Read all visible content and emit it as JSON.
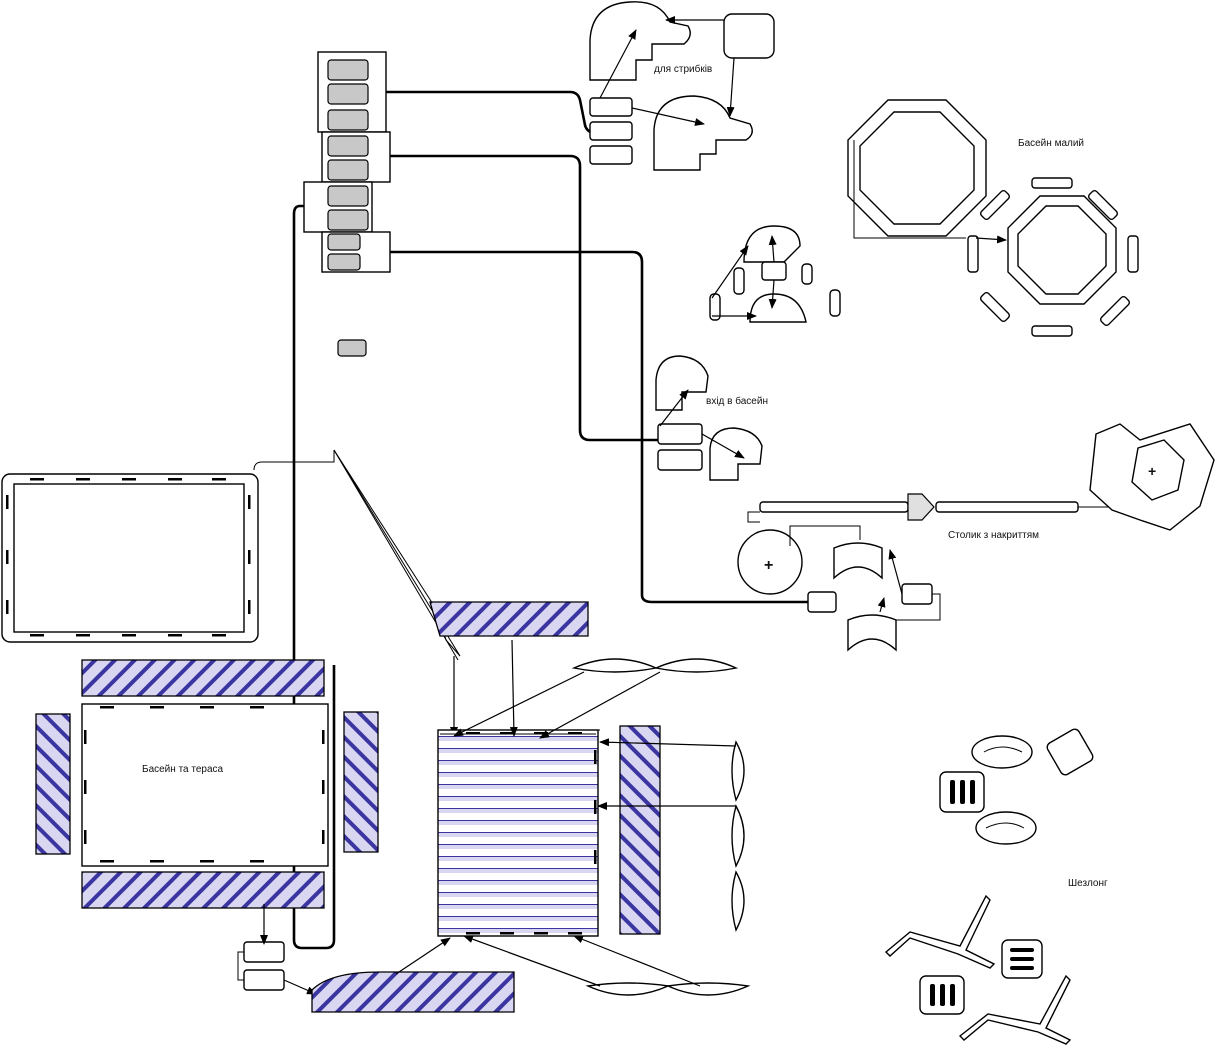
{
  "labels": {
    "jump": "для стрибків",
    "small_pool": "Басейн малий",
    "pool_entry": "вхід в басейн",
    "table": "Столик з накриттям",
    "pool_terrace": "Басейн та тераса",
    "lounger": "Шезлонг"
  },
  "colors": {
    "hatch_fill": "#d8d6f0",
    "hatch_line": "#3a35a0",
    "sheet_grey": "#c8c8c8"
  }
}
